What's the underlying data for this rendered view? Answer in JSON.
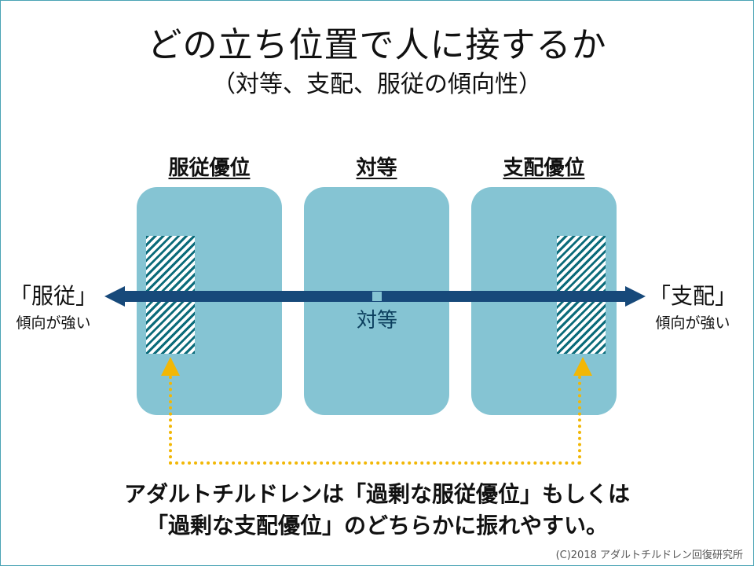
{
  "title": "どの立ち位置で人に接するか",
  "subtitle": "（対等、支配、服従の傾向性）",
  "columns": {
    "left": "服従優位",
    "center": "対等",
    "right": "支配優位"
  },
  "axis": {
    "center_label": "対等",
    "left_end": {
      "label": "「服従」",
      "caption": "傾向が強い"
    },
    "right_end": {
      "label": "「支配」",
      "caption": "傾向が強い"
    }
  },
  "conclusion": {
    "line1": "アダルトチルドレンは「過剰な服従優位」もしくは",
    "line2": "「過剰な支配優位」のどちらかに振れやすい。"
  },
  "copyright": "(C)2018 アダルトチルドレン回復研究所",
  "colors": {
    "box_fill": "#85c4d3",
    "axis": "#17497a",
    "hatch": "#0b6b7a",
    "dotted": "#f2b705",
    "frame": "#4aa3b5"
  }
}
